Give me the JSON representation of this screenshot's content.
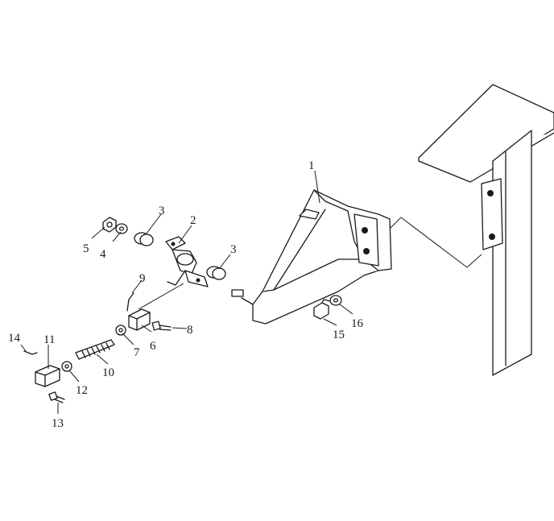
{
  "callouts": {
    "c1": "1",
    "c2": "2",
    "c3a": "3",
    "c3b": "3",
    "c4": "4",
    "c5": "5",
    "c6": "6",
    "c7": "7",
    "c8": "8",
    "c9": "9",
    "c10": "10",
    "c11": "11",
    "c12": "12",
    "c13": "13",
    "c14": "14",
    "c15": "15",
    "c16": "16"
  },
  "colors": {
    "ink": "#1a1a1a",
    "paper": "#ffffff"
  }
}
